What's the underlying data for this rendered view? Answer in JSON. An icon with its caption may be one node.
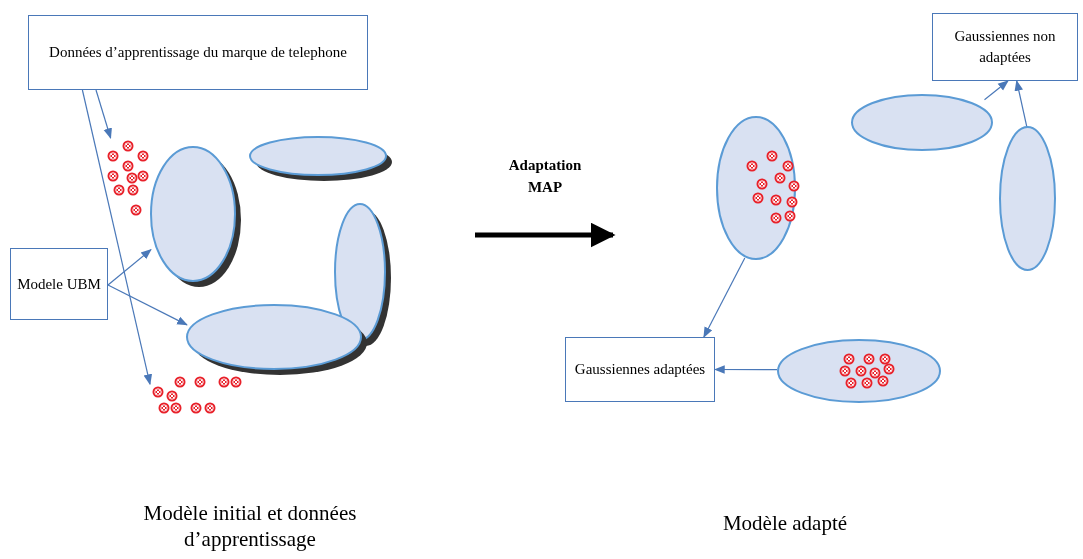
{
  "diagram": {
    "nodes": [
      {
        "text": [
          "Données d’apprentissage du marque de telephone"
        ]
      },
      {
        "text": [],
        "shape": "dots"
      },
      {
        "text": [],
        "shape": "dots"
      },
      {
        "text": [
          "Modele UBM"
        ]
      },
      {
        "text": [],
        "shape": "ellipse"
      },
      {
        "text": [],
        "shape": "ellipse"
      },
      {
        "text": [],
        "shape": "ellipse"
      },
      {
        "text": [],
        "shape": "ellipse"
      },
      {
        "text": [],
        "shape": "ellipse"
      },
      {
        "text": [],
        "shape": "ellipse"
      },
      {
        "text": [],
        "shape": "ellipse"
      },
      {
        "text": [
          "Gaussiennes non adaptées"
        ]
      },
      {
        "text": [],
        "shape": "ellipse"
      },
      {
        "text": [
          "Gaussiennes adaptées"
        ]
      }
    ],
    "edges": [
      {
        "from": 0,
        "to": 1,
        "arrow": "to"
      },
      {
        "from": 0,
        "to": 2,
        "arrow": "to"
      },
      {
        "from": 3,
        "to": 4,
        "arrow": "to"
      },
      {
        "from": 3,
        "to": 7,
        "arrow": "to"
      },
      {
        "from": 8,
        "to": 13,
        "arrow": "to"
      },
      {
        "from": 12,
        "to": 13,
        "arrow": "to"
      },
      {
        "from": 9,
        "to": 11,
        "arrow": "to"
      },
      {
        "from": 10,
        "to": 11,
        "arrow": "to"
      }
    ],
    "labels": [
      "Adaptation MAP",
      "Modèle initial et données d’apprentissage",
      "Modèle adapté"
    ]
  }
}
